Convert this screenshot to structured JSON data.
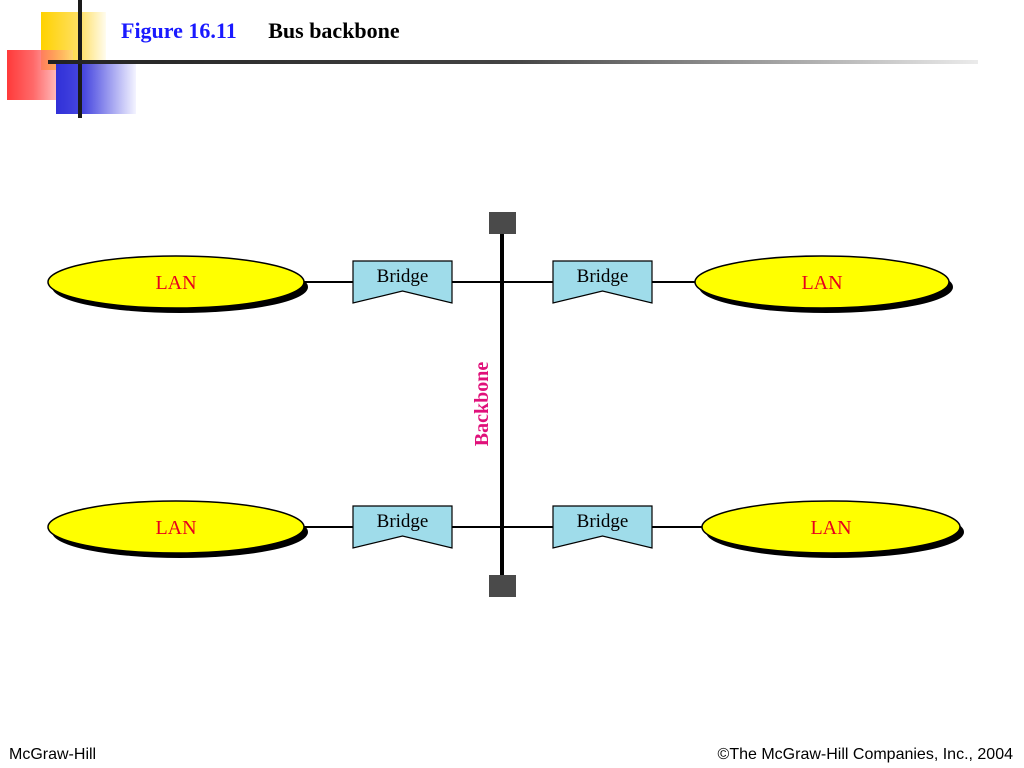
{
  "slide": {
    "figure_label": "Figure 16.11",
    "title": "Bus backbone"
  },
  "diagram": {
    "backbone_label": "Backbone",
    "nodes": [
      {
        "id": "lan-top-left",
        "type": "lan",
        "label": "LAN"
      },
      {
        "id": "bridge-top-left",
        "type": "bridge",
        "label": "Bridge"
      },
      {
        "id": "bridge-top-right",
        "type": "bridge",
        "label": "Bridge"
      },
      {
        "id": "lan-top-right",
        "type": "lan",
        "label": "LAN"
      },
      {
        "id": "lan-bottom-left",
        "type": "lan",
        "label": "LAN"
      },
      {
        "id": "bridge-bottom-left",
        "type": "bridge",
        "label": "Bridge"
      },
      {
        "id": "bridge-bottom-right",
        "type": "bridge",
        "label": "Bridge"
      },
      {
        "id": "lan-bottom-right",
        "type": "lan",
        "label": "LAN"
      }
    ],
    "edges": [
      {
        "from": "lan-top-left",
        "to": "bridge-top-left"
      },
      {
        "from": "bridge-top-left",
        "to": "backbone"
      },
      {
        "from": "backbone",
        "to": "bridge-top-right"
      },
      {
        "from": "bridge-top-right",
        "to": "lan-top-right"
      },
      {
        "from": "lan-bottom-left",
        "to": "bridge-bottom-left"
      },
      {
        "from": "bridge-bottom-left",
        "to": "backbone"
      },
      {
        "from": "backbone",
        "to": "bridge-bottom-right"
      },
      {
        "from": "bridge-bottom-right",
        "to": "lan-bottom-right"
      }
    ],
    "colors": {
      "lan_fill": "#ffff00",
      "lan_text": "#e8001c",
      "bridge_fill": "#9fdcea",
      "backbone_label": "#e0107a",
      "terminator": "#4a4a4a"
    }
  },
  "footer": {
    "left": "McGraw-Hill",
    "right": "©The McGraw-Hill Companies, Inc., 2004"
  }
}
